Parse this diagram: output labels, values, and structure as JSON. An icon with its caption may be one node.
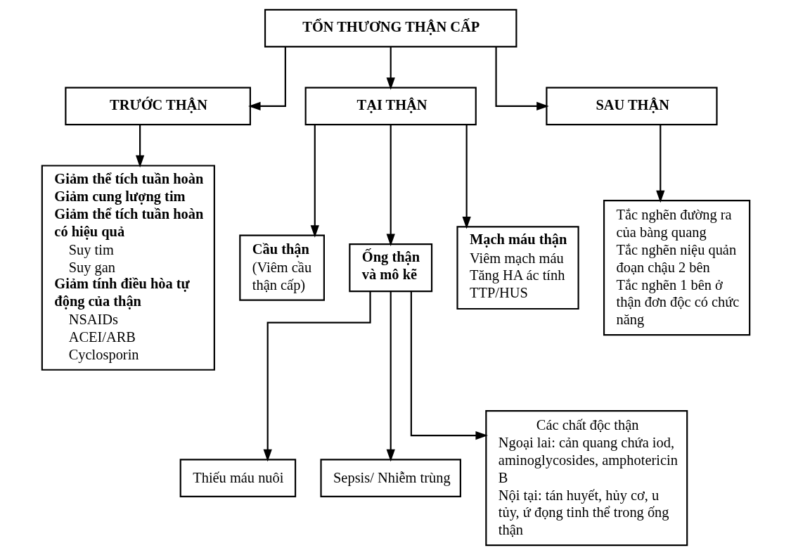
{
  "diagram": {
    "nodes": [
      {
        "text": [
          "TỔN THƯƠNG THẬN CẤP"
        ]
      },
      {
        "text": [
          "TRƯỚC THẬN"
        ]
      },
      {
        "text": [
          "TẠI THẬN"
        ]
      },
      {
        "text": [
          "SAU THẬN"
        ]
      },
      {
        "text": [
          "Giảm thể tích tuần hoàn",
          "Giảm cung lượng tim",
          "Giảm thể tích tuần hoàn có hiệu quả",
          "Suy tim",
          "Suy gan",
          "Giảm tính điều hòa tự động của thận",
          "NSAIDs",
          "ACEI/ARB",
          "Cyclosporin"
        ]
      },
      {
        "text": [
          "Cầu thận",
          "(Viêm cầu thận cấp)"
        ]
      },
      {
        "text": [
          "Ống thận và mô kẽ"
        ]
      },
      {
        "text": [
          "Mạch máu thận",
          "Viêm mạch máu",
          "Tăng HA ác tính",
          "TTP/HUS"
        ]
      },
      {
        "text": [
          "Tắc nghẽn đường ra của bàng quang",
          "Tắc nghẽn niệu quản đoạn chậu 2 bên",
          "Tắc nghẽn 1 bên ở thận đơn độc có chức năng"
        ]
      },
      {
        "text": [
          "Thiếu máu nuôi"
        ]
      },
      {
        "text": [
          "Sepsis/ Nhiễm trùng"
        ]
      },
      {
        "text": [
          "Các chất độc thận",
          "Ngoại lai: cản quang chứa iod, aminoglycosides, amphotericin B",
          "Nội tại: tán huyết, hủy cơ, u tủy, ứ đọng tinh thể trong ống thận"
        ]
      }
    ],
    "edges": [
      {
        "from": 0,
        "to": 1,
        "arrow": "to"
      },
      {
        "from": 0,
        "to": 2,
        "arrow": "to"
      },
      {
        "from": 0,
        "to": 3,
        "arrow": "to"
      },
      {
        "from": 1,
        "to": 4,
        "arrow": "to"
      },
      {
        "from": 2,
        "to": 5,
        "arrow": "to"
      },
      {
        "from": 2,
        "to": 6,
        "arrow": "to"
      },
      {
        "from": 2,
        "to": 7,
        "arrow": "to"
      },
      {
        "from": 3,
        "to": 8,
        "arrow": "to"
      },
      {
        "from": 6,
        "to": 9,
        "arrow": "to"
      },
      {
        "from": 6,
        "to": 10,
        "arrow": "to"
      },
      {
        "from": 6,
        "to": 11,
        "arrow": "to"
      }
    ]
  }
}
